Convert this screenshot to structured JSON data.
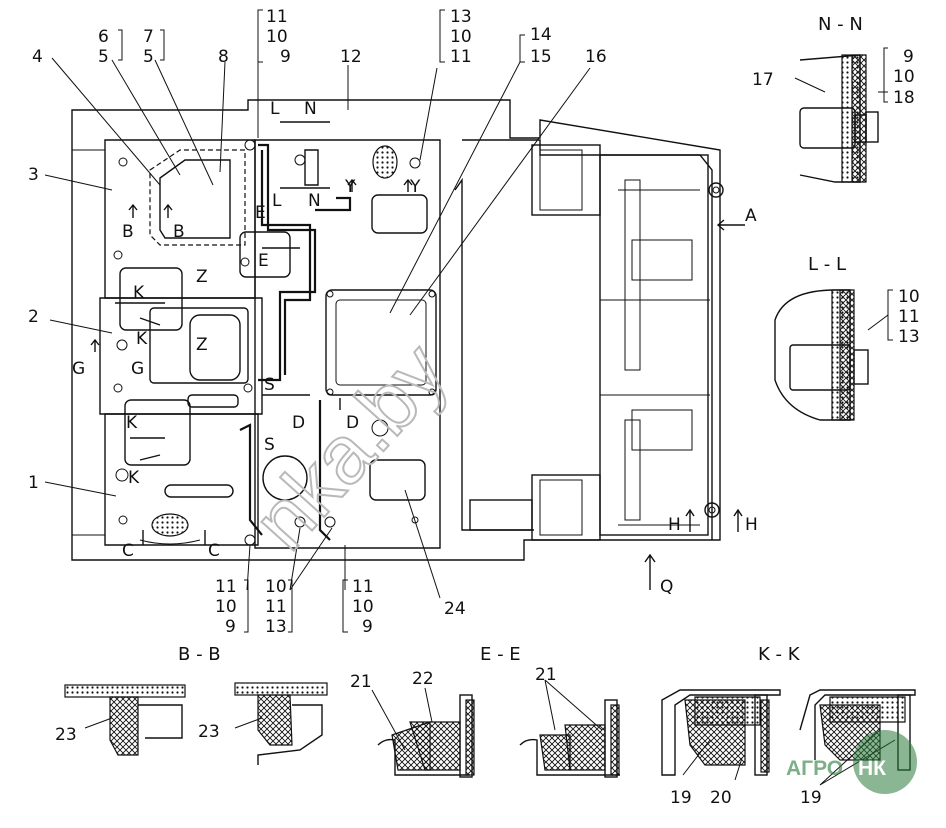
{
  "part_labels": [
    "1",
    "2",
    "3",
    "4",
    "5",
    "6",
    "5",
    "7",
    "8",
    "11",
    "10",
    "9",
    "12",
    "13",
    "10",
    "11",
    "14",
    "15",
    "16",
    "17",
    "18",
    "9",
    "10",
    "10",
    "11",
    "13",
    "11",
    "10",
    "9",
    "10",
    "11",
    "13",
    "11",
    "10",
    "9",
    "24",
    "21",
    "22",
    "21",
    "23",
    "23",
    "19",
    "20",
    "19"
  ],
  "section_titles": [
    "N - N",
    "L - L",
    "B - B",
    "E - E",
    "K - K"
  ],
  "view_letters": [
    "L",
    "N",
    "L",
    "N",
    "Y",
    "Y",
    "E",
    "E",
    "B",
    "B",
    "Z",
    "Z",
    "K",
    "K",
    "K",
    "K",
    "G",
    "G",
    "S",
    "S",
    "D",
    "D",
    "C",
    "C",
    "A",
    "H",
    "H",
    "Q"
  ],
  "watermark": "nka.by",
  "logo": {
    "text": "АГРО НК",
    "color": "#2a7a3a"
  }
}
